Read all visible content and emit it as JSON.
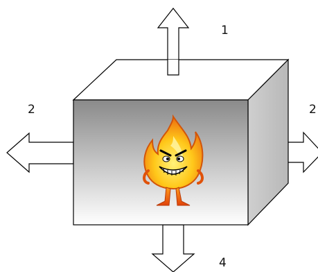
{
  "labels": {
    "top": "1",
    "left": "2",
    "right": "2",
    "bottom": "4"
  },
  "icon": "fire-character-icon",
  "colors": {
    "box_front_top": "#8c8c8c",
    "box_front_bottom": "#ffffff",
    "box_side": "#c8c8c8",
    "box_top": "#ffffff",
    "stroke": "#000000",
    "flame_outer": "#e65a0a",
    "flame_inner": "#ffd21e"
  }
}
